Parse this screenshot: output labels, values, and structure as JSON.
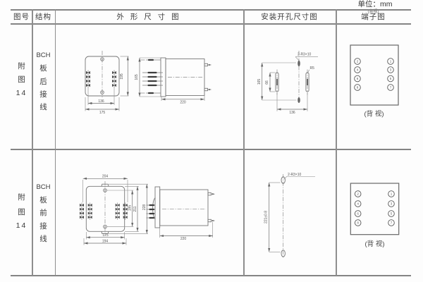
{
  "unit_label": "单位：mm",
  "header": {
    "col_fig": "图号",
    "col_struct": "结构",
    "col_outline": "外 形 尺 寸 图",
    "col_install": "安装开孔尺寸图",
    "col_terminal": "端子图",
    "col_terminal_note": "(背视)"
  },
  "rows": [
    {
      "fig": [
        "附",
        "图",
        "14"
      ],
      "struct": [
        "BCH",
        "板",
        "后",
        "接",
        "线"
      ],
      "outline": {
        "front_h": "195",
        "front_w_inner": "136",
        "front_w": "175",
        "side_h": "165",
        "depth": "220"
      },
      "install": {
        "hole_label": "2-R3×10",
        "radius_label": "R5",
        "v": "165",
        "slot": "66",
        "w": "136"
      },
      "terminal": {
        "left": [
          "2",
          "4",
          "6",
          "8"
        ],
        "right": [
          "1",
          "3",
          "5",
          "7"
        ],
        "caption": "(背 视)"
      }
    },
    {
      "fig": [
        "附",
        "图",
        "14"
      ],
      "struct": [
        "BCH",
        "板",
        "前",
        "接",
        "线"
      ],
      "outline": {
        "w_top": "204",
        "h_a": "195",
        "h_b": "211",
        "h_c": "228",
        "w_a": "175",
        "w_b": "194",
        "depth": "220"
      },
      "install": {
        "hole_label": "2-R3×10",
        "v": "221±0.8"
      },
      "terminal": {
        "left": [
          "2",
          "4",
          "6",
          "8"
        ],
        "right": [
          "1",
          "3",
          "5",
          "7"
        ],
        "caption": "(背 视)"
      }
    }
  ]
}
